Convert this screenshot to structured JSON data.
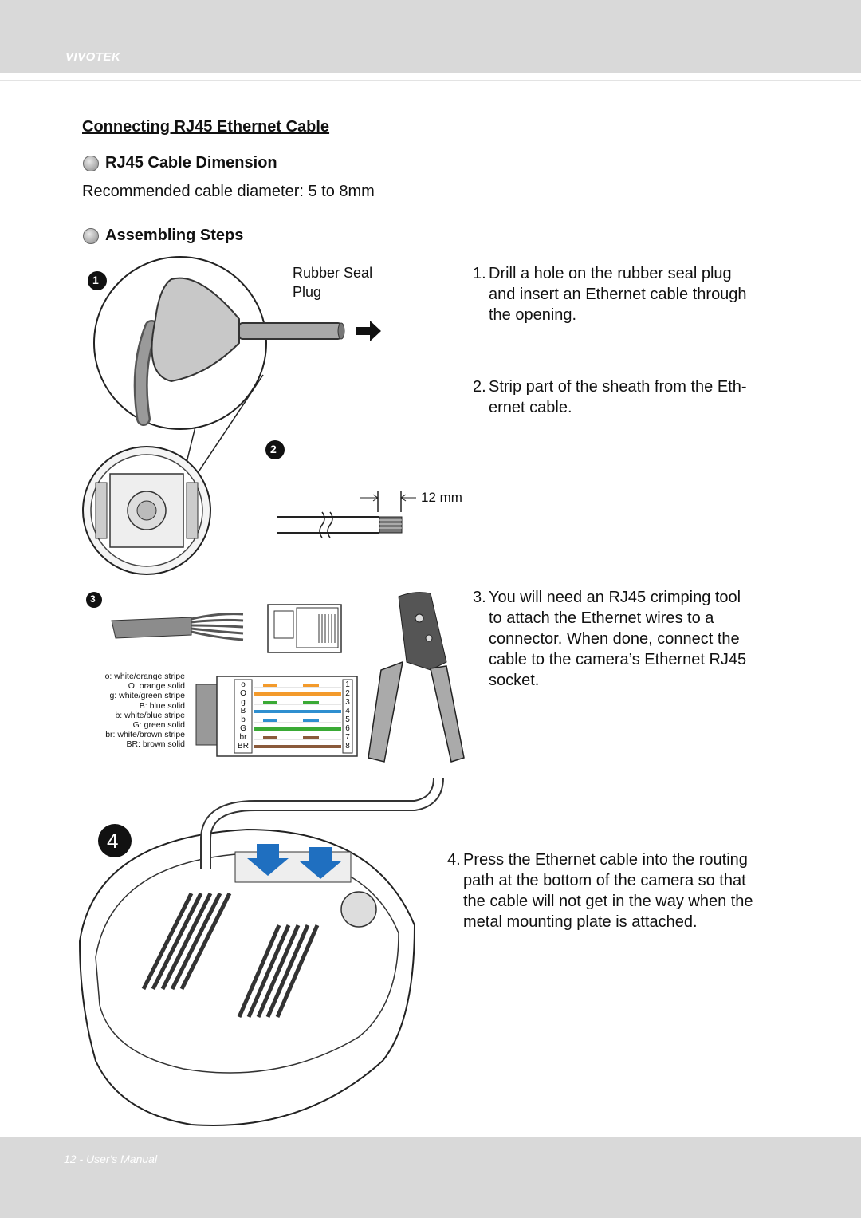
{
  "header": {
    "brand": "VIVOTEK"
  },
  "section": {
    "title": "Connecting RJ45 Ethernet Cable",
    "dimension_heading": "RJ45 Cable Dimension",
    "dimension_text": "Recommended cable diameter: 5 to 8mm",
    "assembling_heading": "Assembling Steps"
  },
  "figures": {
    "badges": [
      "1",
      "2",
      "3",
      "4"
    ],
    "plug_label": [
      "Rubber Seal",
      "Plug"
    ],
    "strip_measure": "12 mm",
    "legend": [
      "o: white/orange stripe",
      "O: orange solid",
      "g: white/green stripe",
      "B: blue solid",
      "b: white/blue stripe",
      "G: green solid",
      "br: white/brown stripe",
      "BR: brown solid"
    ],
    "pin_codes": [
      "o",
      "O",
      "g",
      "B",
      "b",
      "G",
      "br",
      "BR"
    ],
    "pin_numbers": [
      "1",
      "2",
      "3",
      "4",
      "5",
      "6",
      "7",
      "8"
    ],
    "wire_colors": [
      "#f39a2b",
      "#f39a2b",
      "#3aaa35",
      "#2f8fd0",
      "#2f8fd0",
      "#3aaa35",
      "#8a5a3b",
      "#8a5a3b"
    ]
  },
  "steps": [
    {
      "num": "1.",
      "lines": [
        "Drill a hole on the rubber seal plug",
        "and insert an Ethernet cable through",
        "the opening."
      ]
    },
    {
      "num": "2.",
      "lines": [
        "Strip part of the sheath from the Eth-",
        "ernet cable."
      ]
    },
    {
      "num": "3.",
      "lines": [
        "You will need an RJ45 crimping tool",
        "to attach the Ethernet wires to a",
        "connector. When done, connect the",
        "cable to the camera’s Ethernet RJ45",
        "socket."
      ]
    },
    {
      "num": "4.",
      "lines": [
        "Press the Ethernet cable into the routing",
        "path at the bottom of the camera so that",
        "the cable will not get in the way when the",
        "metal mounting plate is attached."
      ]
    }
  ],
  "footer": {
    "page": "12 - User's Manual"
  }
}
